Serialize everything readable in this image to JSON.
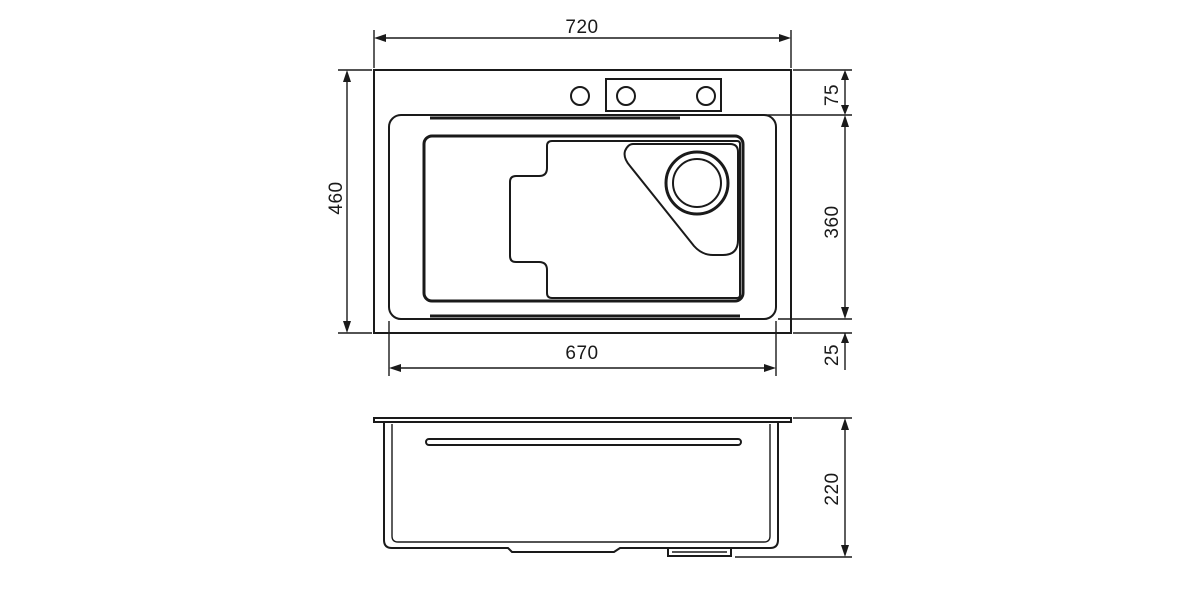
{
  "top_view": {
    "dimensions": {
      "overall_width": "720",
      "overall_depth": "460",
      "bowl_width": "670",
      "bowl_depth": "360",
      "rear_deck": "75",
      "front_rim": "25"
    }
  },
  "side_view": {
    "dimensions": {
      "height": "220"
    }
  }
}
